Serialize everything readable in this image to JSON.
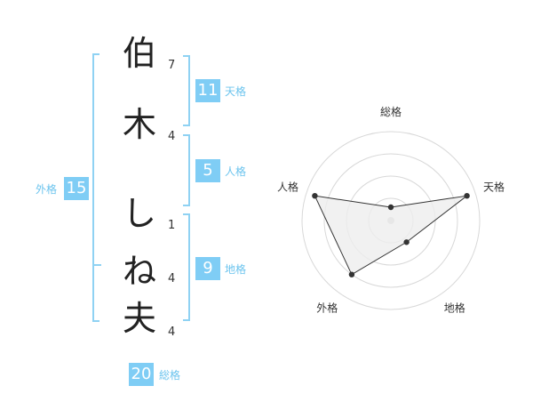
{
  "name_chars": [
    {
      "char": "伯",
      "strokes": "7"
    },
    {
      "char": "木",
      "strokes": "4"
    },
    {
      "char": "し",
      "strokes": "1"
    },
    {
      "char": "ね",
      "strokes": "4"
    },
    {
      "char": "夫",
      "strokes": "4"
    }
  ],
  "fortunes": {
    "tenkaku": {
      "value": "11",
      "label": "天格"
    },
    "jinkaku": {
      "value": "5",
      "label": "人格"
    },
    "chikaku": {
      "value": "9",
      "label": "地格"
    },
    "gaikaku": {
      "value": "15",
      "label": "外格"
    },
    "soukaku": {
      "value": "20",
      "label": "総格"
    }
  },
  "chart_data": {
    "type": "radar",
    "axes": [
      "総格",
      "天格",
      "地格",
      "外格",
      "人格"
    ],
    "values": [
      0.15,
      0.9,
      0.3,
      0.75,
      0.9
    ],
    "rings": 4,
    "colors": {
      "ring": "#d8d8d8",
      "fill": "#eeeeee",
      "line": "#333333",
      "point": "#333333",
      "center": "#cccccc"
    }
  }
}
